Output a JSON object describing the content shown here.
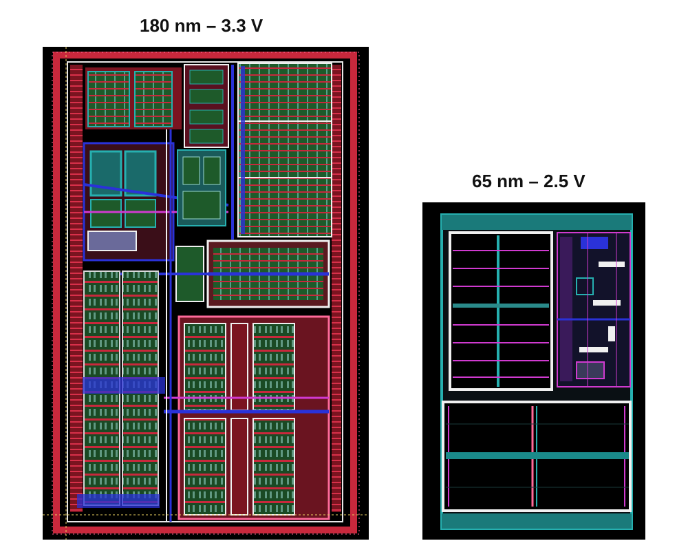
{
  "figure": {
    "panels": [
      {
        "id": "180nm",
        "label": "180 nm – 3.3 V"
      },
      {
        "id": "65nm",
        "label": "65 nm – 2.5 V"
      }
    ]
  },
  "colors": {
    "background": "#000000",
    "metal_red": "#c8283c",
    "metal_blue": "#2a32d8",
    "active_green": "#1e5a2a",
    "poly_cyan": "#26b0b0",
    "outline_white": "#f0f0f0",
    "metal_magenta": "#d03ad0",
    "pink": "#ff6a9a"
  }
}
